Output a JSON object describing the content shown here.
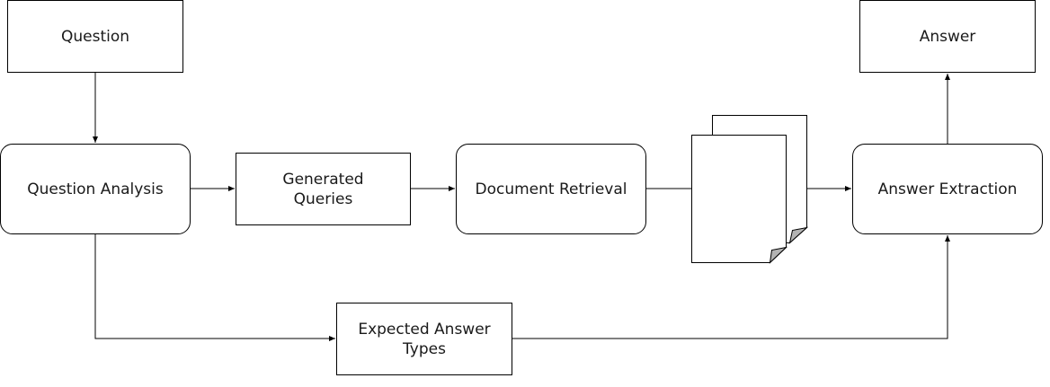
{
  "diagram": {
    "nodes": {
      "question": "Question",
      "answer": "Answer",
      "question_analysis": "Question Analysis",
      "generated_queries": "Generated\nQueries",
      "document_retrieval": "Document Retrieval",
      "answer_extraction": "Answer Extraction",
      "expected_answer_types": "Expected Answer\nTypes"
    },
    "edges": [
      {
        "from": "question",
        "to": "question_analysis"
      },
      {
        "from": "question_analysis",
        "to": "generated_queries"
      },
      {
        "from": "generated_queries",
        "to": "document_retrieval"
      },
      {
        "from": "document_retrieval",
        "to": "documents"
      },
      {
        "from": "documents",
        "to": "answer_extraction"
      },
      {
        "from": "question_analysis",
        "to": "expected_answer_types"
      },
      {
        "from": "expected_answer_types",
        "to": "answer_extraction"
      },
      {
        "from": "answer_extraction",
        "to": "answer"
      }
    ],
    "colors": {
      "stroke": "#000000",
      "page_fold": "#b3b3b3",
      "text": "#1a1a1a",
      "background": "#ffffff"
    }
  }
}
